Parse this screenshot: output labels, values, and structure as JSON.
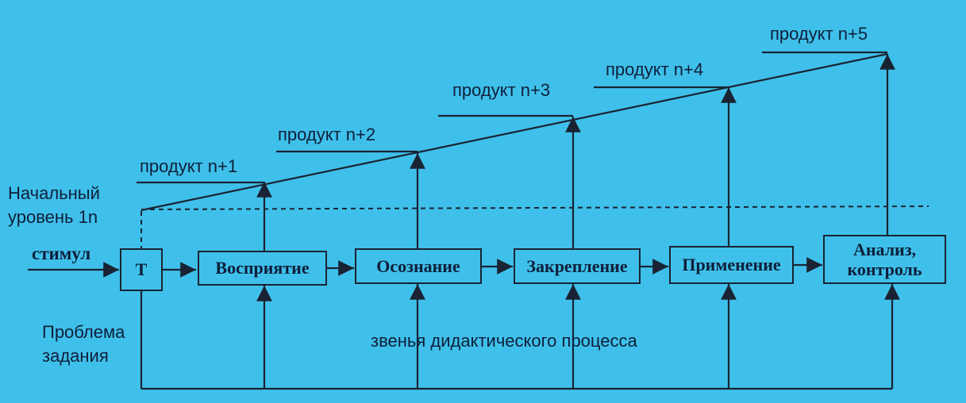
{
  "colors": {
    "background": "#3fc0ea",
    "ink": "#1a2333"
  },
  "stimulus_label": "стимул",
  "initial_level_label": {
    "line1": "Начальный",
    "line2": "уровень 1n"
  },
  "problem_label": {
    "line1": "Проблема",
    "line2": "задания"
  },
  "links_caption": "звенья дидактического процесса",
  "blocks": {
    "t": "Т",
    "perception": "Восприятие",
    "awareness": "Осознание",
    "consolidation": "Закрепление",
    "application": "Применение",
    "analysis": {
      "line1": "Анализ,",
      "line2": "контроль"
    }
  },
  "products": [
    "продукт n+1",
    "продукт n+2",
    "продукт n+3",
    "продукт n+4",
    "продукт n+5"
  ]
}
